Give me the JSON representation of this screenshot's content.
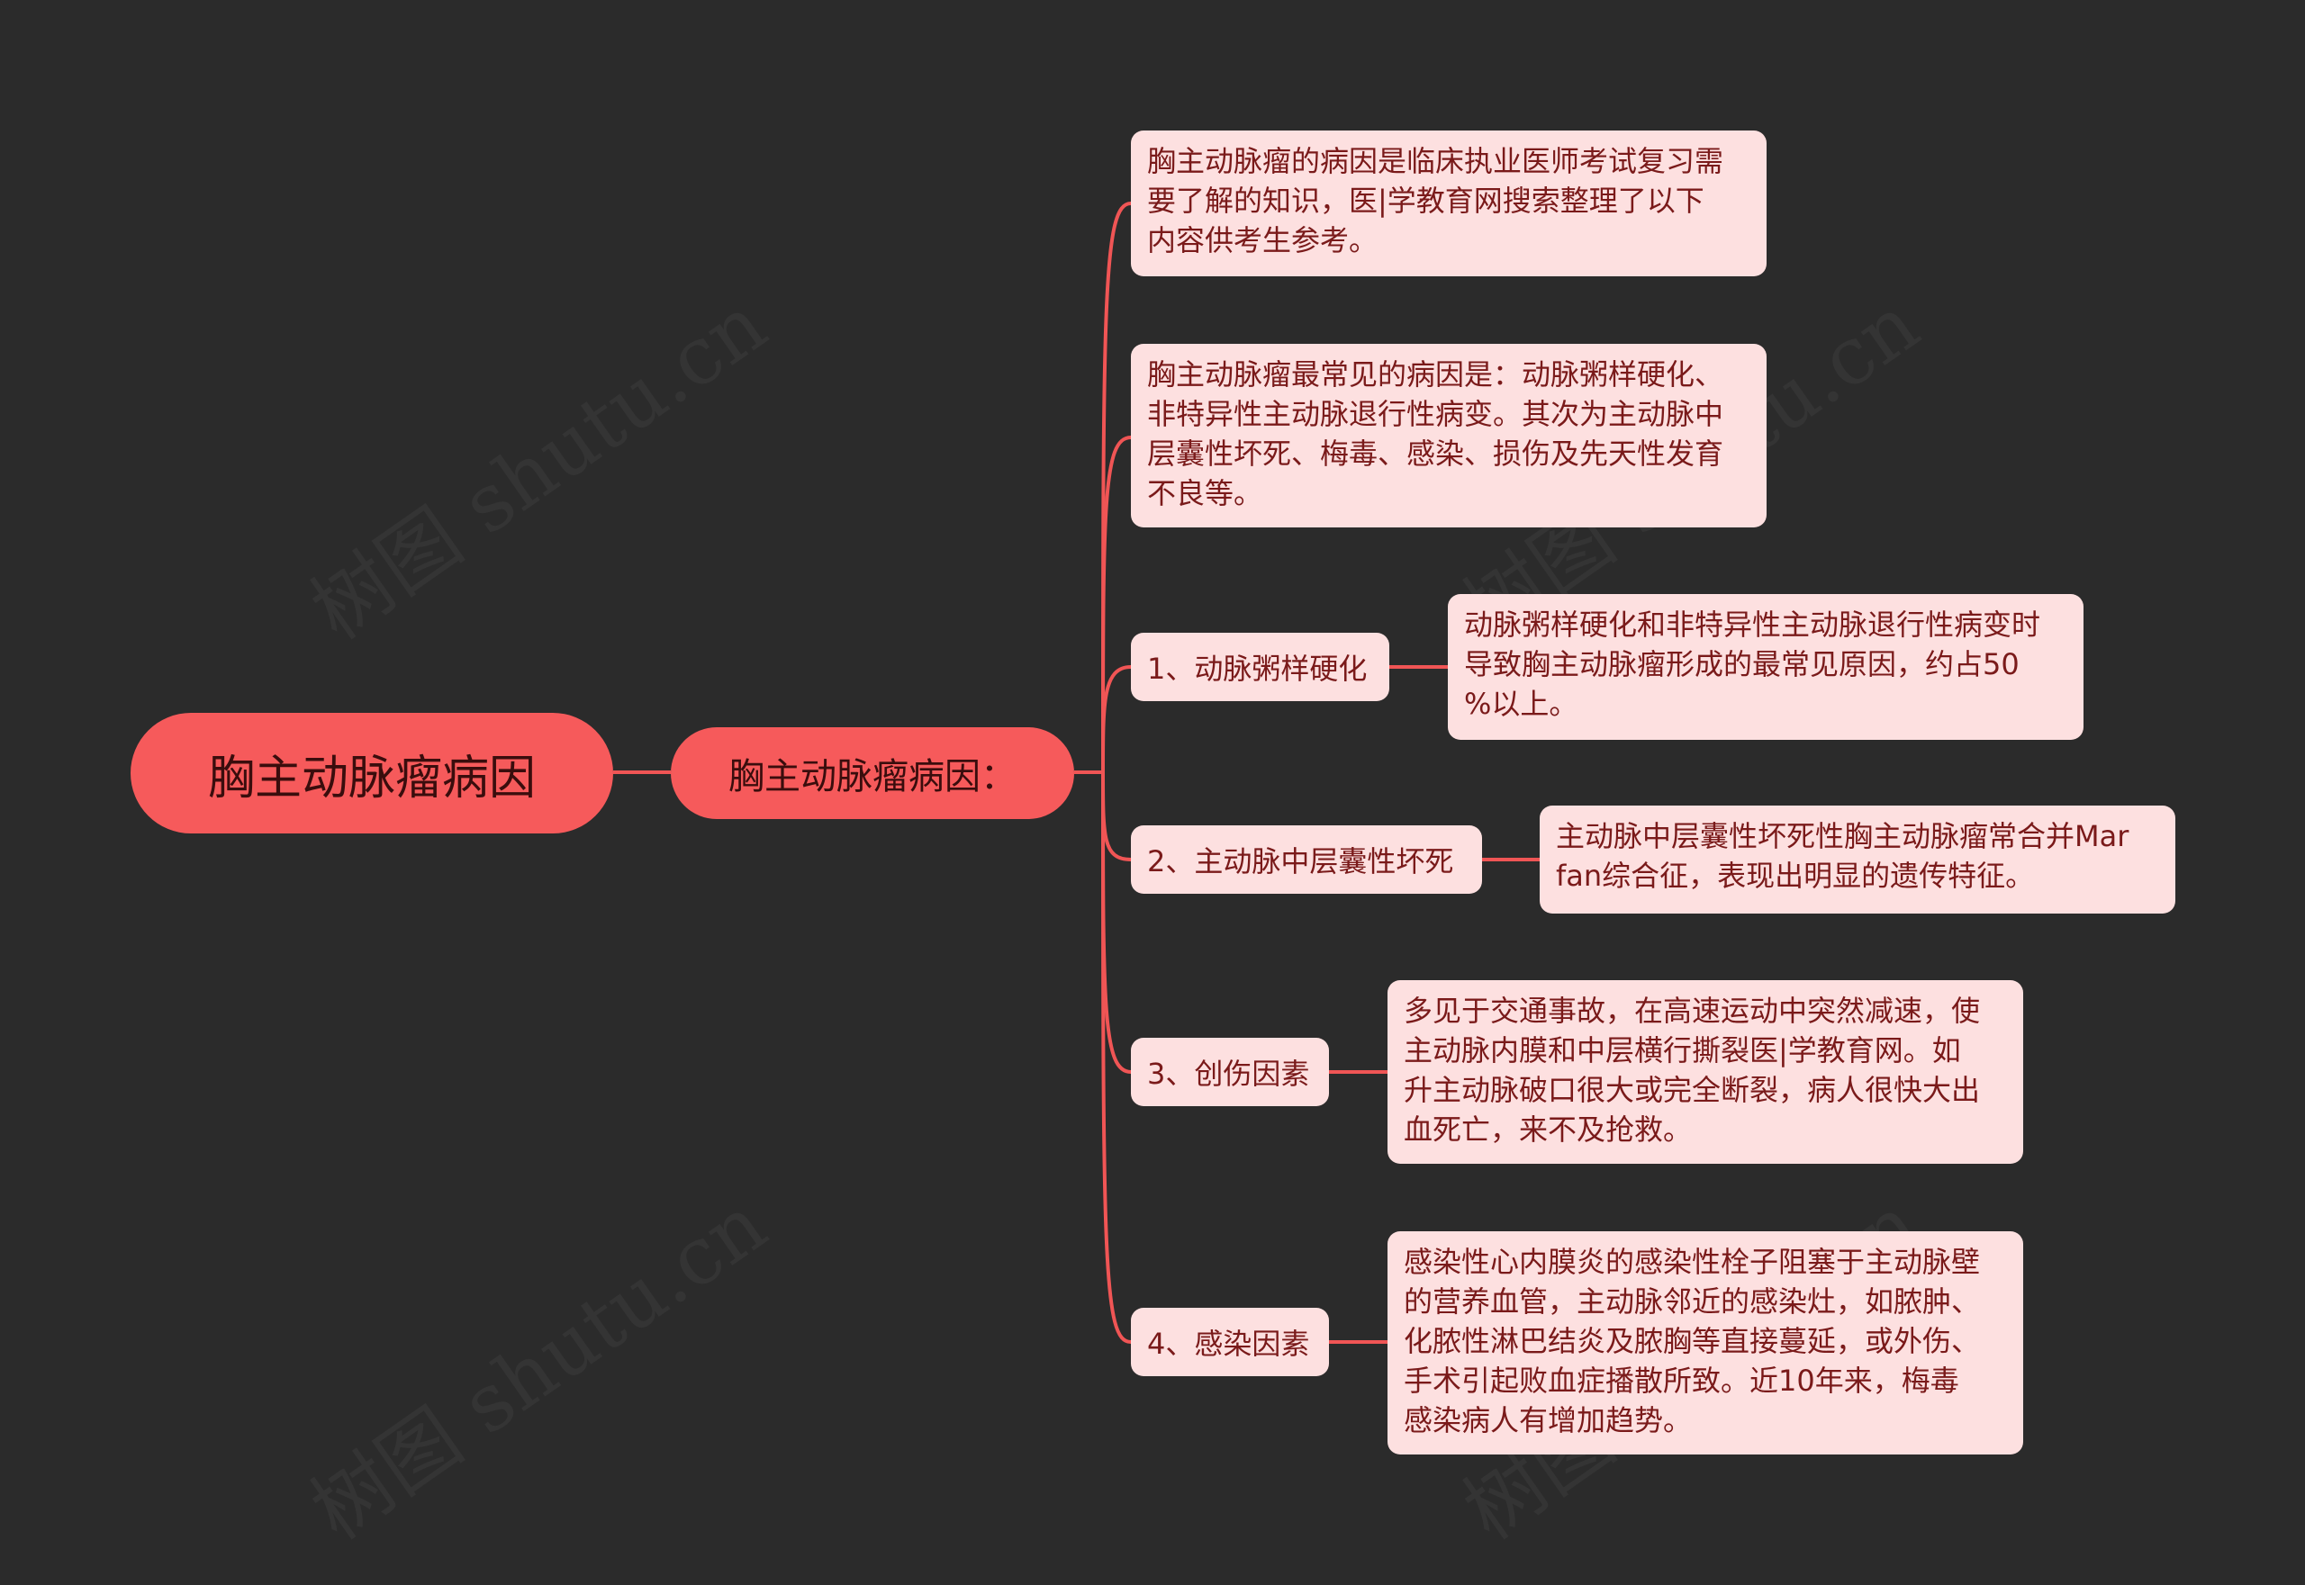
{
  "root": {
    "label": "胸主动脉瘤病因"
  },
  "main": {
    "label": "胸主动脉瘤病因："
  },
  "intro": {
    "lines": [
      "胸主动脉瘤的病因是临床执业医师考试复习需",
      "要了解的知识，医|学教育网搜索整理了以下",
      "内容供考生参考。"
    ]
  },
  "common": {
    "lines": [
      "胸主动脉瘤最常见的病因是：动脉粥样硬化、",
      "非特异性主动脉退行性病变。其次为主动脉中",
      "层囊性坏死、梅毒、感染、损伤及先天性发育",
      "不良等。"
    ]
  },
  "causes": [
    {
      "label": "1、动脉粥样硬化",
      "detail": [
        "动脉粥样硬化和非特异性主动脉退行性病变时",
        "导致胸主动脉瘤形成的最常见原因，约占50",
        "%以上。"
      ]
    },
    {
      "label": "2、主动脉中层囊性坏死",
      "detail": [
        "主动脉中层囊性坏死性胸主动脉瘤常合并Mar",
        "fan综合征，表现出明显的遗传特征。"
      ]
    },
    {
      "label": "3、创伤因素",
      "detail": [
        "多见于交通事故，在高速运动中突然减速，使",
        "主动脉内膜和中层横行撕裂医|学教育网。如",
        "升主动脉破口很大或完全断裂，病人很快大出",
        "血死亡，来不及抢救。"
      ]
    },
    {
      "label": "4、感染因素",
      "detail": [
        "感染性心内膜炎的感染性栓子阻塞于主动脉壁",
        "的营养血管，主动脉邻近的感染灶，如脓肿、",
        "化脓性淋巴结炎及脓胸等直接蔓延，或外伤、",
        "手术引起败血症播散所致。近10年来，梅毒",
        "感染病人有增加趋势。"
      ]
    }
  ],
  "watermark": {
    "text": "树图 shutu.cn"
  },
  "colors": {
    "background": "#2b2b2b",
    "accent": "#f65a5b",
    "box_fill": "#fde0e0",
    "text": "#7a1a1a",
    "line": "#f05555"
  }
}
